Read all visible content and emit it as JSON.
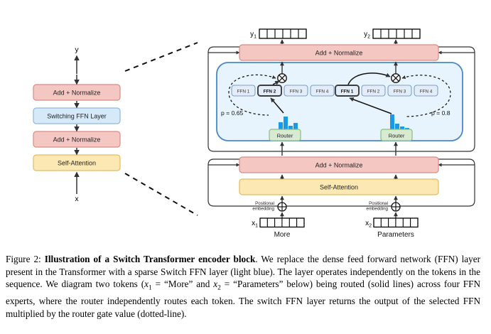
{
  "figure": {
    "label": "Figure 2:",
    "title_bold": "Illustration of a Switch Transformer encoder block",
    "caption_rest": ". We replace the dense feed forward network (FFN) layer present in the Transformer with a sparse Switch FFN layer (light blue). The layer operates independently on the tokens in the sequence. We diagram two tokens (",
    "caption_mid": " = “More” and ",
    "caption_mid2": " = “Parameters” below) being routed (solid lines) across four FFN experts, where the router independently routes each token. The switch FFN layer returns the output of the selected FFN multiplied by the router gate value (dotted-line).",
    "var_x1": "x",
    "var_x1_sub": "1",
    "var_x2": "x",
    "var_x2_sub": "2"
  },
  "left_block": {
    "output_label": "y",
    "input_label": "x",
    "layers": [
      {
        "label": "Add + Normalize",
        "kind": "norm"
      },
      {
        "label": "Switching FFN Layer",
        "kind": "switch"
      },
      {
        "label": "Add + Normalize",
        "kind": "norm"
      },
      {
        "label": "Self-Attention",
        "kind": "attention"
      }
    ]
  },
  "right_block": {
    "top_norm_label": "Add + Normalize",
    "bottom_norm_label": "Add + Normalize",
    "self_attention_label": "Self-Attention",
    "router_label": "Router",
    "positional_embedding_line1": "Positional",
    "positional_embedding_line2": "embedding",
    "experts": [
      "FFN 1",
      "FFN 2",
      "FFN 3",
      "FFN 4"
    ],
    "tokens": [
      {
        "out_label": "y",
        "out_sub": "1",
        "in_label": "x",
        "in_sub": "1",
        "word": "More",
        "p_label": "p = 0.65",
        "selected_expert_index": 1,
        "router_probs": [
          0.45,
          0.65,
          0.2,
          0.42
        ]
      },
      {
        "out_label": "y",
        "out_sub": "2",
        "in_label": "x",
        "in_sub": "2",
        "word": "Parameters",
        "p_label": "p = 0.8",
        "selected_expert_index": 0,
        "router_probs": [
          0.8,
          0.28,
          0.15,
          0.09
        ]
      }
    ],
    "token_cells": 6
  },
  "colors": {
    "norm_fill": "#f4c7c3",
    "norm_stroke": "#d88c87",
    "switch_fill": "#d6e9f8",
    "switch_stroke": "#8fb7da",
    "attention_fill": "#fce8b2",
    "attention_stroke": "#e2bc63",
    "expert_fill": "#e3edf9",
    "expert_stroke": "#7f9fc4",
    "expert_selected_stroke": "#3c3c3c",
    "router_fill": "#d9ead3",
    "router_stroke": "#8bbd7f",
    "switch_panel_fill": "#e8f4fd",
    "switch_panel_stroke": "#4a86c8",
    "bar_color": "#1a9ae5",
    "line": "#444444",
    "outer_stroke": "#333333"
  }
}
